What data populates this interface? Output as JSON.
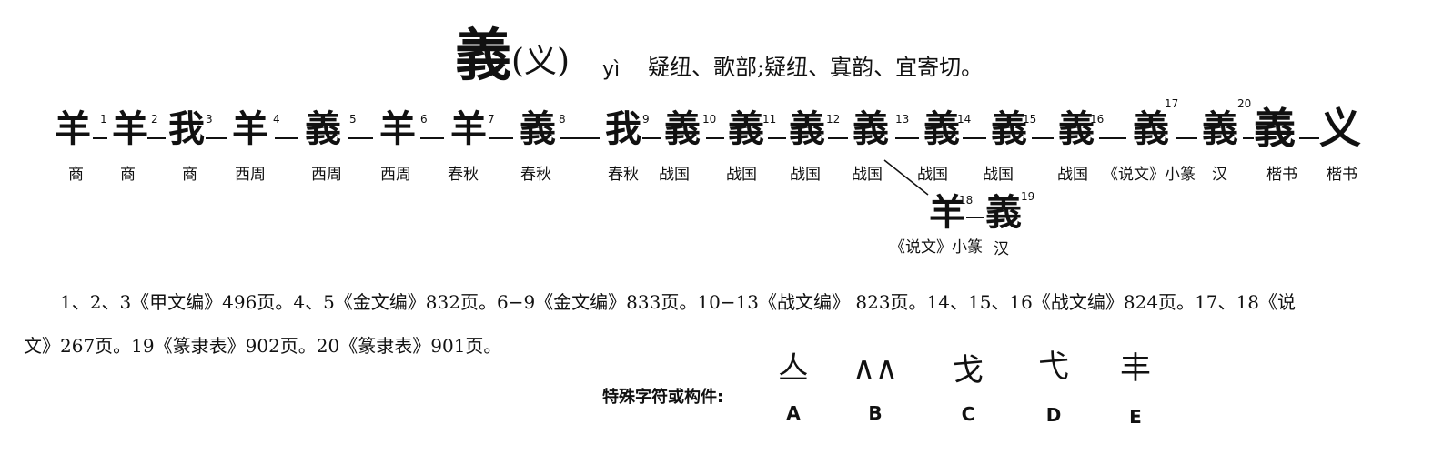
{
  "header": {
    "char": "義",
    "simplified": "(义)",
    "pinyin": "yì",
    "desc": "疑纽、歌部;疑纽、寘韵、宜寄切。"
  },
  "glyphs": [
    {
      "char": "羊",
      "num": "1",
      "period": "商"
    },
    {
      "char": "羊",
      "num": "2",
      "period": "商"
    },
    {
      "char": "我",
      "num": "3",
      "period": "商"
    },
    {
      "char": "羊",
      "num": "4",
      "period": "西周"
    },
    {
      "char": "義",
      "num": "5",
      "period": "西周"
    },
    {
      "char": "羊",
      "num": "6",
      "period": "西周"
    },
    {
      "char": "羊",
      "num": "7",
      "period": "春秋"
    },
    {
      "char": "義",
      "num": "8",
      "period": "春秋"
    },
    {
      "char": "我",
      "num": "9",
      "period": "春秋"
    },
    {
      "char": "義",
      "num": "10",
      "period": "战国"
    },
    {
      "char": "義",
      "num": "11",
      "period": "战国"
    },
    {
      "char": "義",
      "num": "12",
      "period": "战国"
    },
    {
      "char": "義",
      "num": "13",
      "period": "战国"
    },
    {
      "char": "義",
      "num": "14",
      "period": "战国"
    },
    {
      "char": "義",
      "num": "15",
      "period": "战国"
    },
    {
      "char": "義",
      "num": "16",
      "period": "战国"
    },
    {
      "char": "義",
      "num": "17",
      "period": "《说文》小篆"
    },
    {
      "char": "義",
      "num": "20",
      "period": "汉"
    },
    {
      "char": "義",
      "num": "",
      "period": "楷书"
    },
    {
      "char": "义",
      "num": "",
      "period": "楷书"
    }
  ],
  "branch": [
    {
      "char": "羊",
      "num": "18",
      "period": "《说文》小篆"
    },
    {
      "char": "義",
      "num": "19",
      "period": "汉"
    }
  ],
  "refs": {
    "line1": "1、2、3《甲文编》496页。4、5《金文编》832页。6−9《金文编》833页。10−13《战文编》 823页。14、15、16《战文编》824页。17、18《说",
    "line2": "文》267页。19《篆隶表》902页。20《篆隶表》901页。"
  },
  "components": {
    "label": "特殊字符或构件:",
    "items": [
      {
        "glyph": "亼",
        "letter": "A"
      },
      {
        "glyph": "∧∧",
        "letter": "B"
      },
      {
        "glyph": "戈",
        "letter": "C"
      },
      {
        "glyph": "弋",
        "letter": "D"
      },
      {
        "glyph": "丰",
        "letter": "E"
      }
    ]
  }
}
